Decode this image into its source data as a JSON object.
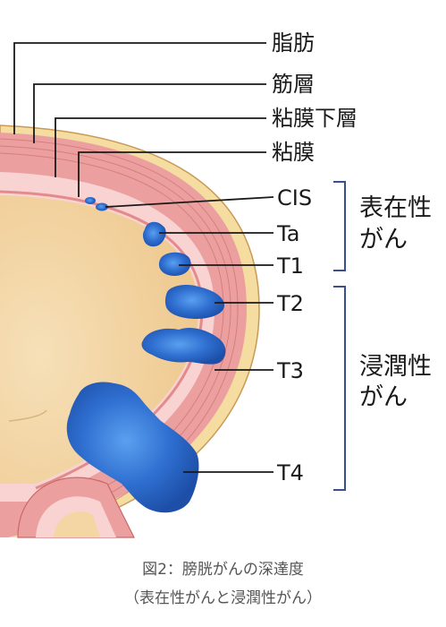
{
  "layer_labels": {
    "fat": "脂肪",
    "muscle": "筋層",
    "submucosa": "粘膜下層",
    "mucosa": "粘膜"
  },
  "stage_labels": {
    "cis": "CIS",
    "ta": "Ta",
    "t1": "T1",
    "t2": "T2",
    "t3": "T3",
    "t4": "T4"
  },
  "groups": {
    "superficial_line1": "表在性",
    "superficial_line2": "がん",
    "invasive_line1": "浸潤性",
    "invasive_line2": "がん"
  },
  "caption": {
    "line1": "図2：膀胱がんの深達度",
    "line2": "（表在性がんと浸潤性がん）"
  },
  "colors": {
    "fat": "#f5dca0",
    "muscle": "#eea3a3",
    "submucosa": "#f9d2d2",
    "lumen": "#f4d5a4",
    "tumor": "#2f6fd0",
    "bracket": "#3a4f8c"
  }
}
